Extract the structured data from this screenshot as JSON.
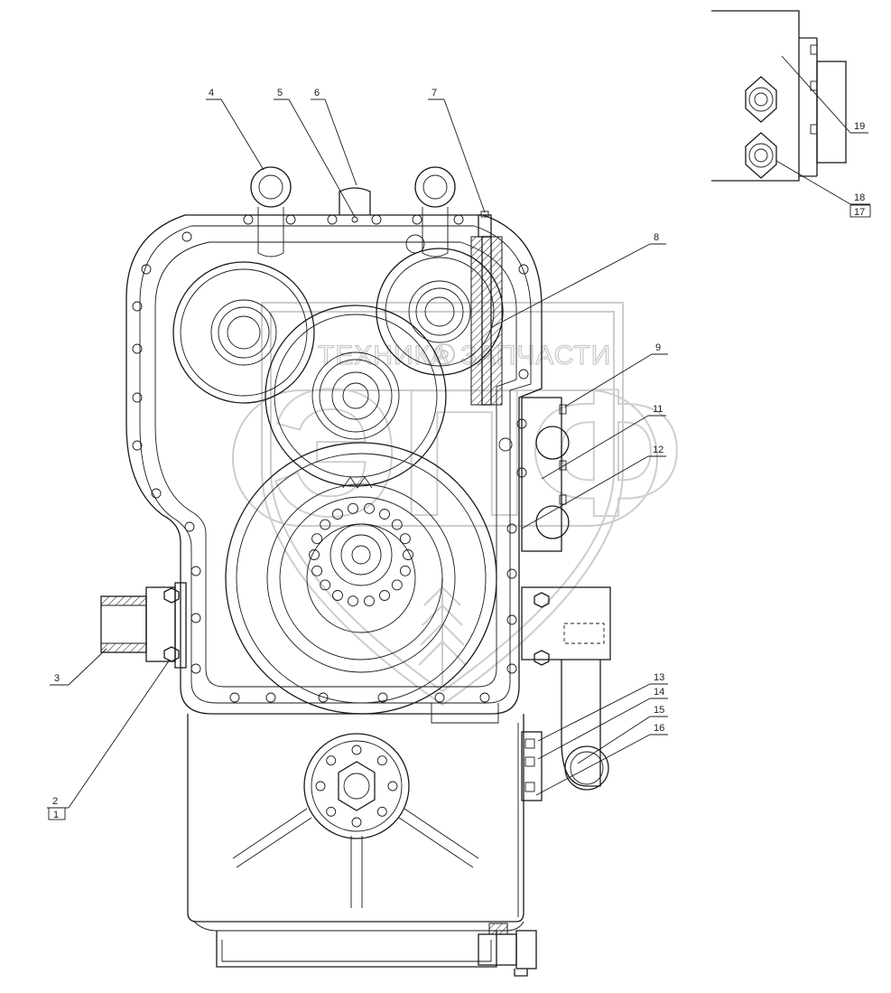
{
  "watermark": {
    "brand_left": "ТЕХНИКА",
    "brand_right": "ЗАПЧАСТИ",
    "logo_letters": "ЭПФ"
  },
  "callouts": [
    {
      "id": "c4",
      "label": "4"
    },
    {
      "id": "c5",
      "label": "5"
    },
    {
      "id": "c6",
      "label": "6"
    },
    {
      "id": "c7",
      "label": "7"
    },
    {
      "id": "c8",
      "label": "8"
    },
    {
      "id": "c9",
      "label": "9"
    },
    {
      "id": "c11",
      "label": "11"
    },
    {
      "id": "c12",
      "label": "12"
    },
    {
      "id": "c3",
      "label": "3"
    },
    {
      "id": "c2",
      "label": "2"
    },
    {
      "id": "c1",
      "label": "1"
    },
    {
      "id": "c13",
      "label": "13"
    },
    {
      "id": "c14",
      "label": "14"
    },
    {
      "id": "c15",
      "label": "15"
    },
    {
      "id": "c16",
      "label": "16"
    },
    {
      "id": "c19",
      "label": "19"
    },
    {
      "id": "c18",
      "label": "18"
    },
    {
      "id": "c17",
      "label": "17"
    }
  ]
}
